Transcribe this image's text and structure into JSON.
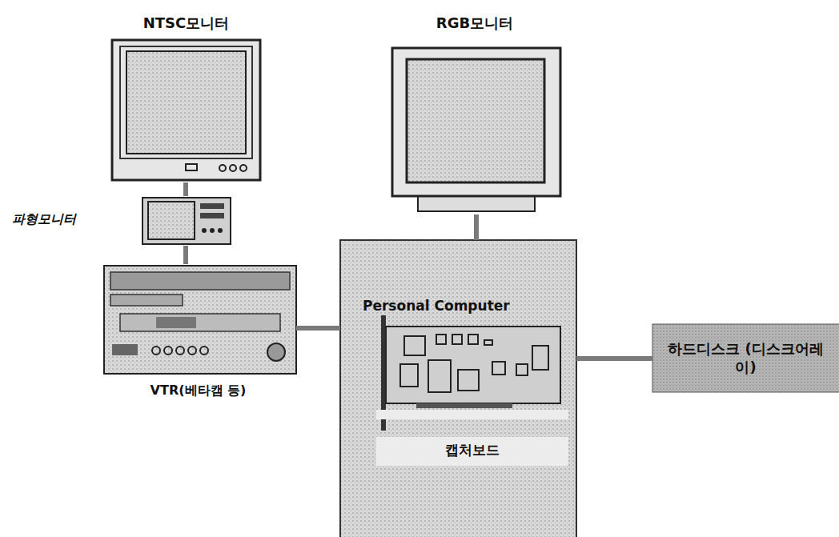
{
  "diagram": {
    "nodes": [
      {
        "text": [
          "NTSC모니터"
        ]
      },
      {
        "text": [
          "RGB모니터"
        ]
      },
      {
        "text": [
          "파형모니터"
        ]
      },
      {
        "text": [
          "VTR(베타캠 등)"
        ]
      },
      {
        "text": [
          "Personal Computer",
          "캡처보드"
        ]
      },
      {
        "text": [
          "하드디스크 (디스크어레이)"
        ]
      }
    ],
    "edges": [
      {
        "from": 0,
        "to": 2,
        "arrow": "none"
      },
      {
        "from": 2,
        "to": 3,
        "arrow": "none"
      },
      {
        "from": 3,
        "to": 4,
        "arrow": "none"
      },
      {
        "from": 1,
        "to": 4,
        "arrow": "none"
      },
      {
        "from": 4,
        "to": 5,
        "arrow": "none"
      }
    ]
  }
}
